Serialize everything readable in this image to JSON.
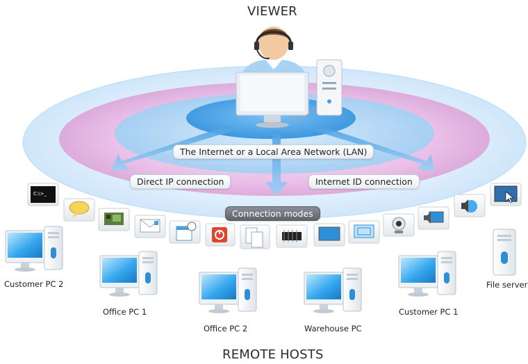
{
  "title_top": "VIEWER",
  "title_bottom": "REMOTE HOSTS",
  "network_label": "The Internet or a Local Area Network (LAN)",
  "direct_ip_label": "Direct IP connection",
  "internet_id_label": "Internet ID connection",
  "modes_label": "Connection modes",
  "mode_icons": [
    "terminal-icon",
    "chat-icon",
    "network-card-icon",
    "mail-icon",
    "calendar-clock-icon",
    "power-icon",
    "documents-icon",
    "chip-icon",
    "monitor-icon",
    "screen-share-icon",
    "webcam-icon",
    "speaker-monitor-icon",
    "audio-icon",
    "remote-desktop-icon"
  ],
  "hosts": [
    {
      "name": "Customer PC 2"
    },
    {
      "name": "Office PC 1"
    },
    {
      "name": "Office PC 2"
    },
    {
      "name": "Warehouse PC"
    },
    {
      "name": "Customer PC 1"
    },
    {
      "name": "File server"
    }
  ],
  "colors": {
    "accent_blue": "#2f8fd6",
    "ring_pink": "#e6a7df",
    "ring_blue": "#8fc3ef"
  }
}
